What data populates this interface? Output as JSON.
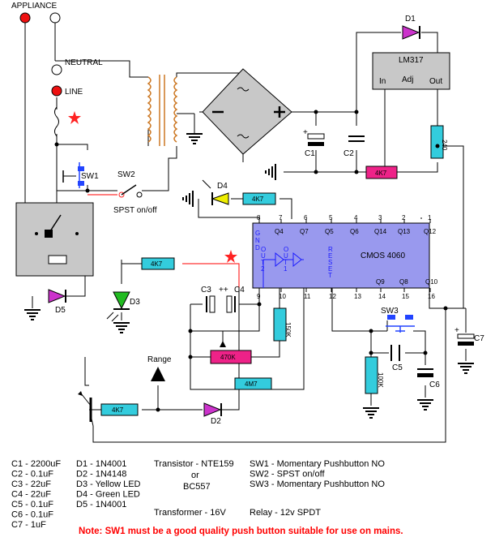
{
  "terminals": {
    "appliance": "APPLIANCE",
    "neutral": "NEUTRAL",
    "line": "LINE"
  },
  "chips": {
    "regulator": {
      "name": "LM317",
      "pin_in": "In",
      "pin_adj": "Adj",
      "pin_out": "Out"
    },
    "counter": {
      "name": "CMOS 4060",
      "top_pins": [
        "8",
        "7",
        "6",
        "5",
        "4",
        "3",
        "2",
        "1"
      ],
      "top_labels": [
        "GND",
        "Q4",
        "Q7",
        "Q5",
        "Q6",
        "Q14",
        "Q13",
        "Q12"
      ],
      "bottom_pins": [
        "9",
        "10",
        "11",
        "12",
        "13",
        "14",
        "15",
        "16"
      ],
      "bottom_labels": [
        "OUT2",
        "OUT1",
        "RESET",
        "Q9",
        "Q8",
        "Q10"
      ]
    }
  },
  "parts": {
    "D1": "D1",
    "C1": "C1",
    "C2": "C2",
    "C3": "C3",
    "C4": "C4",
    "C5": "C5",
    "C6": "C6",
    "C7": "C7",
    "D2": "D2",
    "D3": "D3",
    "D4": "D4",
    "D5": "D5",
    "SW1": "SW1",
    "SW2": "SW2",
    "SW3": "SW3",
    "sw2_desc": "SPST on/off",
    "range": "Range",
    "plus": "+",
    "plusplus": "++"
  },
  "resistors": {
    "r240": "240",
    "r4k7_reg": "4K7",
    "r4k7_d4": "4K7",
    "r4k7_d3": "4K7",
    "r4k7_base": "4K7",
    "r470k": "470K",
    "r150k": "150K",
    "r4m7": "4M7",
    "r100k": "100K"
  },
  "legend": {
    "capacitors": [
      "C1 - 2200uF",
      "C2 - 0.1uF",
      "C3 - 22uF",
      "C4 - 22uF",
      "C5 - 0.1uF",
      "C6 - 0.1uF",
      "C7 - 1uF"
    ],
    "diodes": [
      "D1 - 1N4001",
      "D2 - 1N4148",
      "D3 - Yellow LED",
      "D4 - Green LED",
      "D5 - 1N4001"
    ],
    "transistor": [
      "Transistor - NTE159",
      "or",
      "BC557"
    ],
    "transformer": "Transformer - 16V",
    "switches": [
      "SW1 - Momentary Pushbutton NO",
      "SW2 - SPST on/off",
      "SW3 - Momentary Pushbutton NO"
    ],
    "relay": "Relay - 12v SPDT",
    "note": "Note: SW1 must be a good quality push button suitable for use on mains."
  },
  "colors": {
    "resistor_cyan": "#33ccdd",
    "resistor_magenta": "#ee2288",
    "chip_purple": "#9999ee",
    "diode_magenta": "#cc33cc",
    "led_green": "#22bb22",
    "led_yellow": "#eeee00",
    "wire_red": "#ff0000",
    "switch_blue": "#2244ff",
    "terminal_red": "#ee1111"
  }
}
